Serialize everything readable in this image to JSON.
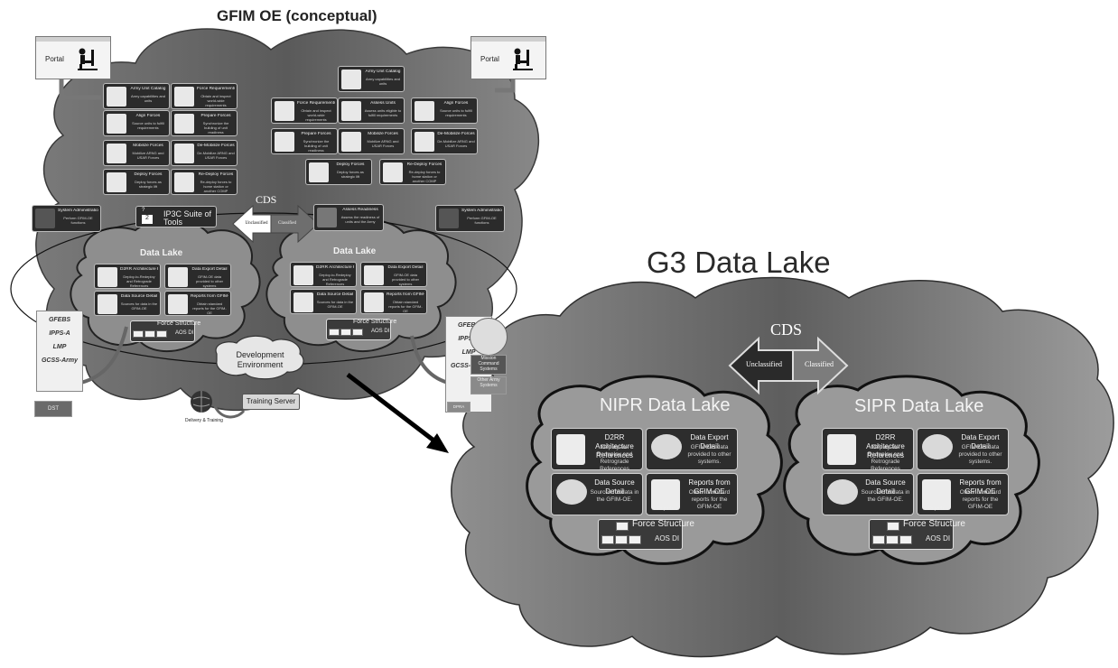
{
  "titles": {
    "main": "GFIM OE (conceptual)",
    "g3": "G3 Data Lake"
  },
  "colors": {
    "cloud_dark": "#6b6b6b",
    "cloud_mid": "#8a8a8a",
    "cloud_light": "#a9a9a9",
    "lake_fill": "#9a9a9a",
    "tile_bg": "#2b2b2b",
    "arrow": "#000000"
  },
  "portal": {
    "left_label": "Portal",
    "right_label": "Portal"
  },
  "oe_left_tiles": [
    {
      "title": "Army Unit Catalog",
      "desc": "Army capabilities and units"
    },
    {
      "title": "Force Requirements",
      "desc": "Obtain and inspect world-wide requirements"
    },
    {
      "title": "Align Forces",
      "desc": "Source units to fulfill requirements"
    },
    {
      "title": "Prepare Forces",
      "desc": "Synchronize the building of unit readiness"
    },
    {
      "title": "Mobilize Forces",
      "desc": "Mobilize ARNG and USAR Forces"
    },
    {
      "title": "De-Mobilize Forces",
      "desc": "De-Mobilize ARNG and USAR Forces"
    },
    {
      "title": "Deploy Forces",
      "desc": "Deploy forces as strategic lift"
    },
    {
      "title": "Re-Deploy Forces",
      "desc": "Re-deploy forces to home station or another COMP"
    }
  ],
  "oe_right_tiles": [
    {
      "title": "Army Unit Catalog",
      "desc": "Army capabilities and units"
    },
    {
      "title": "Force Requirements",
      "desc": "Obtain and inspect world-wide requirements"
    },
    {
      "title": "Assess Units",
      "desc": "Assess units eligible to fulfill requirements"
    },
    {
      "title": "Align Forces",
      "desc": "Source units to fulfill requirements"
    },
    {
      "title": "Prepare Forces",
      "desc": "Synchronize the building of unit readiness"
    },
    {
      "title": "Mobilize Forces",
      "desc": "Mobilize ARNG and USAR Forces"
    },
    {
      "title": "De-Mobilize Forces",
      "desc": "De-Mobilize ARNG and USAR Forces"
    },
    {
      "title": "Deploy Forces",
      "desc": "Deploy forces as strategic lift"
    },
    {
      "title": "Re-Deploy Forces",
      "desc": "Re-deploy forces to home station or another COMP"
    }
  ],
  "oe_misc": {
    "sys_admin_left": "System Administration",
    "sys_admin_left_desc": "Perform GFIM-OE functions",
    "sys_admin_right": "System Administration",
    "sys_admin_right_desc": "Perform GFIM-OE functions",
    "ip3c": "IP3C Suite of Tools",
    "ip3c_q": "?",
    "ip3c_num": "2",
    "assess_readiness": "Assess Readiness",
    "assess_readiness_desc": "Assess the readiness of units and the Army",
    "cds": "CDS",
    "unclassified": "Unclassified",
    "classified": "Classified",
    "data_lake": "Data Lake",
    "dev_env": "Development Environment",
    "training_server": "Training Server",
    "delivery_training": "Delivery & Training",
    "dst": "DST",
    "mission_command": "Mission Command Systems",
    "other_army": "Other Army Systems",
    "other_small": "DPRA",
    "systems_left": [
      "GFEBS",
      "IPPS-A",
      "LMP",
      "GCSS-Army"
    ],
    "systems_right": [
      "GFEBS",
      "IPPS-A",
      "LMP",
      "GCSS-Army"
    ]
  },
  "small_lake_tiles": [
    {
      "title": "D2RR Architecture References",
      "desc": "Deploy-to-Redeploy and Retrograde References"
    },
    {
      "title": "Data Export Detail",
      "desc": "GFIM-OE data provided to other systems"
    },
    {
      "title": "Data Source Detail",
      "desc": "Sources for data in the GFIM-OE"
    },
    {
      "title": "Reports from GFIM-OE",
      "desc": "Obtain standard reports for the GFIM-OE"
    }
  ],
  "small_force_structure": {
    "title": "Force Structure",
    "sub": "AOS DI"
  },
  "g3": {
    "cds": "CDS",
    "unclassified": "Unclassified",
    "classified": "Classified",
    "nipr": "NIPR Data Lake",
    "sipr": "SIPR Data Lake",
    "tiles": [
      {
        "title": "D2RR Architecture References",
        "desc": "Deploy-to-Redeploy and Retrograde References"
      },
      {
        "title": "Data Export Detail",
        "desc": "GFIM-OE data provided to other systems."
      },
      {
        "title": "Data Source Detail",
        "desc": "Sources for data in the GFIM-OE."
      },
      {
        "title": "Reports from GFIM-OE",
        "desc": "Obtain standard reports for the GFIM-OE"
      }
    ],
    "reports_label": "Reports",
    "force_structure": {
      "title": "Force Structure",
      "sub": "AOS DI"
    }
  }
}
